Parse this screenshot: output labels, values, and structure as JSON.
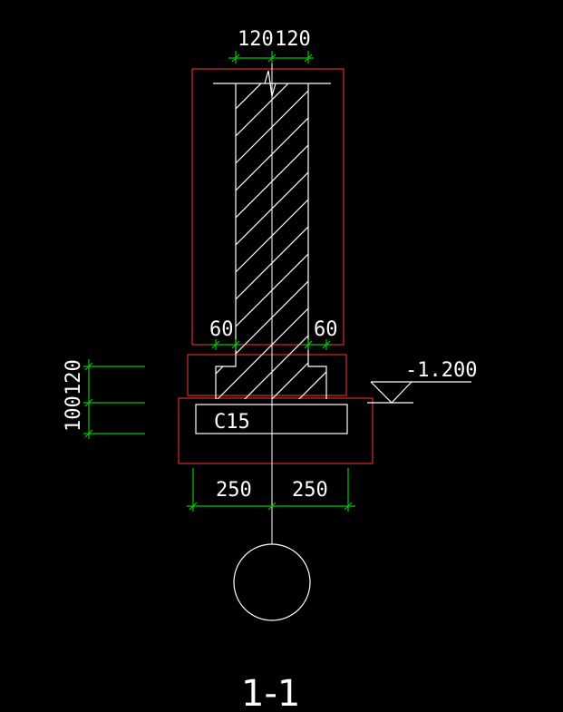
{
  "drawing": {
    "section_title": "1-1",
    "elevation": "-1.200",
    "material_label": "C15"
  },
  "dimensions": {
    "top_left": "120",
    "top_right": "120",
    "step_left": "60",
    "step_right": "60",
    "base_left": "250",
    "base_right": "250",
    "vertical_upper": "120",
    "vertical_lower": "100"
  },
  "colors": {
    "background": "#000000",
    "lines": "#ffffff",
    "dimensions": "#00c800",
    "highlight": "#ff3333"
  }
}
